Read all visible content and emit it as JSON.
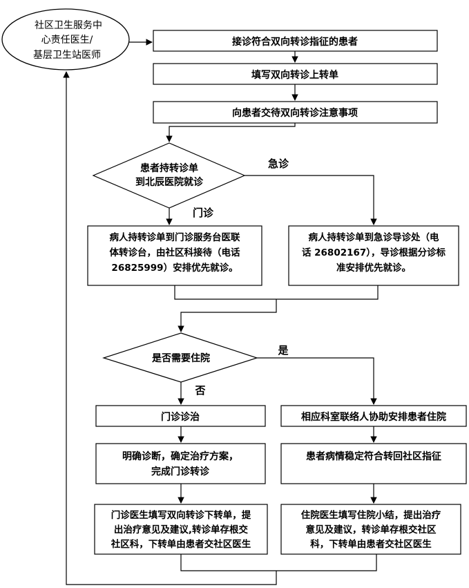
{
  "diagram": {
    "start_node": [
      "社区卫生服务中",
      "心责任医生/",
      "基层卫生站医师"
    ],
    "step1": "接诊符合双向转诊指征的患者",
    "step2": "填写双向转诊上转单",
    "step3": "向患者交待双向转诊注意事项",
    "decision1": [
      "患者持转诊单",
      "到北辰医院就诊"
    ],
    "decision1_emergency_label": "急诊",
    "decision1_outpatient_label": "门诊",
    "outpatient_box": [
      "病人持转诊单到门诊服务台医联",
      "体转诊台，由社区科接待（电话",
      "26825999）安排优先就诊。"
    ],
    "emergency_box": [
      "病人持转诊单到急诊导诊处（电",
      "话 26802167），导诊根据分诊标",
      "准安排优先就诊。"
    ],
    "decision2": "是否需要住院",
    "decision2_yes_label": "是",
    "decision2_no_label": "否",
    "left_step1": "门诊诊治",
    "left_step2": [
      "明确诊断，确定治疗方案，",
      "完成门诊转诊"
    ],
    "left_step3": [
      "门诊医生填写双向转诊下转单，提",
      "出治疗意见及建议,转诊单存根交",
      "社区科，下转单由患者交社区医生"
    ],
    "right_step1": "相应科室联络人协助安排患者住院",
    "right_step2": "患者病情稳定符合转回社区指征",
    "right_step3": [
      "住院医生填写住院小结，提出治疗",
      "意见及建议，转诊单存根交社区",
      "科，下转单由患者交社区医生"
    ]
  }
}
